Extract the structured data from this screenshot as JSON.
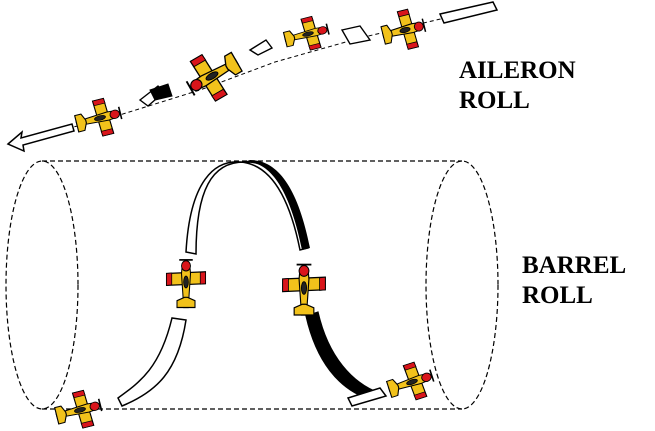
{
  "labels": {
    "aileron_line1": "AILERON",
    "aileron_line2": "ROLL",
    "barrel_line1": "BARREL",
    "barrel_line2": "ROLL"
  },
  "colors": {
    "plane_body": "#f2c21b",
    "plane_accent": "#d9151b",
    "ribbon_dark": "#000000",
    "ribbon_light": "#ffffff",
    "outline": "#000000"
  },
  "icons": {
    "plane": "airplane-icon",
    "arrow": "arrow-left-icon"
  }
}
